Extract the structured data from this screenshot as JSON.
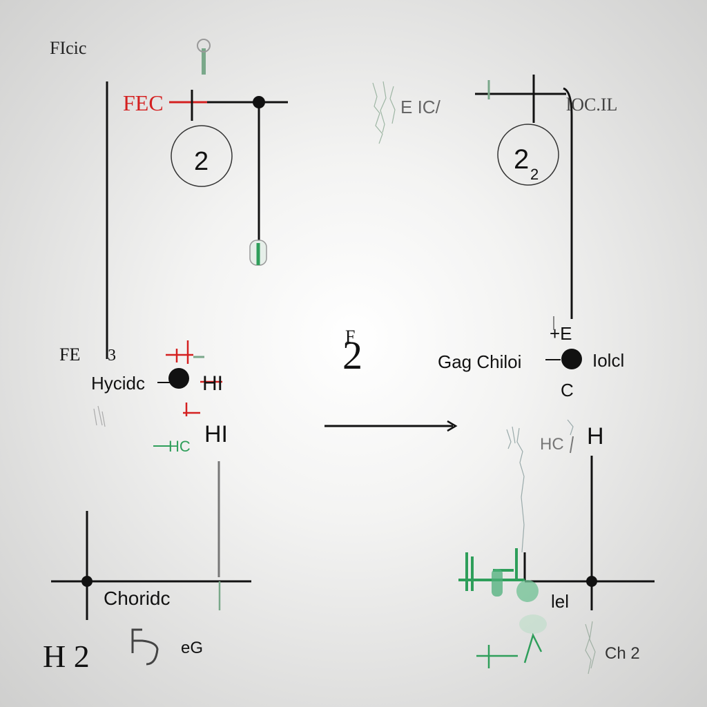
{
  "colors": {
    "ink": "#111111",
    "red": "#d42020",
    "green": "#2e9e5a",
    "faint_green": "#7aa88a",
    "gray_text": "#333333"
  },
  "labels": {
    "top_left_title": "FIcic",
    "fec_red": "FEC",
    "circle_left": "2",
    "faint_top": "E IC/",
    "top_right": "lOC.IL",
    "circle_right": "2",
    "circle_right_sub": "2",
    "fe": "FE",
    "three": "3",
    "hycidc": "Hycidc",
    "hi_left": "HI",
    "center_two": "2",
    "center_sup": "F",
    "plus_e": "+E",
    "gag_chiloi": "Gag Chiloi",
    "iolcl": "Iolcl",
    "c_label": "C",
    "hl_mid": "HI",
    "hc_green": "HC",
    "hic_right": "HC",
    "h_right": "H",
    "choridc": "Choridc",
    "h2": "H 2",
    "eg": "eG",
    "iel": "lel",
    "ch2": "Ch 2"
  },
  "icons": {
    "reaction_arrow": "arrow-right-icon"
  }
}
